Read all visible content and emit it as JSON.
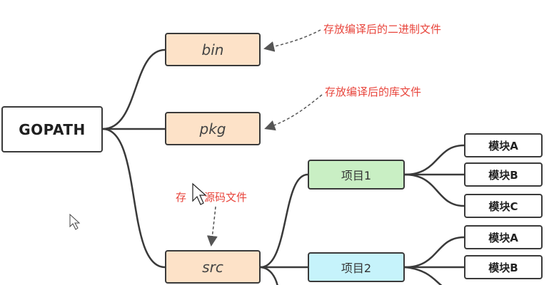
{
  "colors": {
    "line": "#3a3a3a",
    "dir_fill": "#fde2c8",
    "project1_fill": "#c9efc4",
    "project2_fill": "#c6f3fb",
    "annotation_text": "#e8453c",
    "arrow": "#555555"
  },
  "root": {
    "label": "GOPATH"
  },
  "dirs": {
    "bin": {
      "label": "bin"
    },
    "pkg": {
      "label": "pkg"
    },
    "src": {
      "label": "src"
    }
  },
  "projects": [
    {
      "label": "项目1",
      "modules": [
        "模块A",
        "模块B",
        "模块C"
      ]
    },
    {
      "label": "项目2",
      "modules": [
        "模块A",
        "模块B"
      ]
    }
  ],
  "annotations": {
    "bin_note": "存放编译后的二进制文件",
    "pkg_note": "存放编译后的库文件",
    "src_note": "存",
    "src_note_tail": "源码文件"
  },
  "cursor_icons": [
    "arrow-cursor-icon",
    "arrow-cursor-icon"
  ]
}
